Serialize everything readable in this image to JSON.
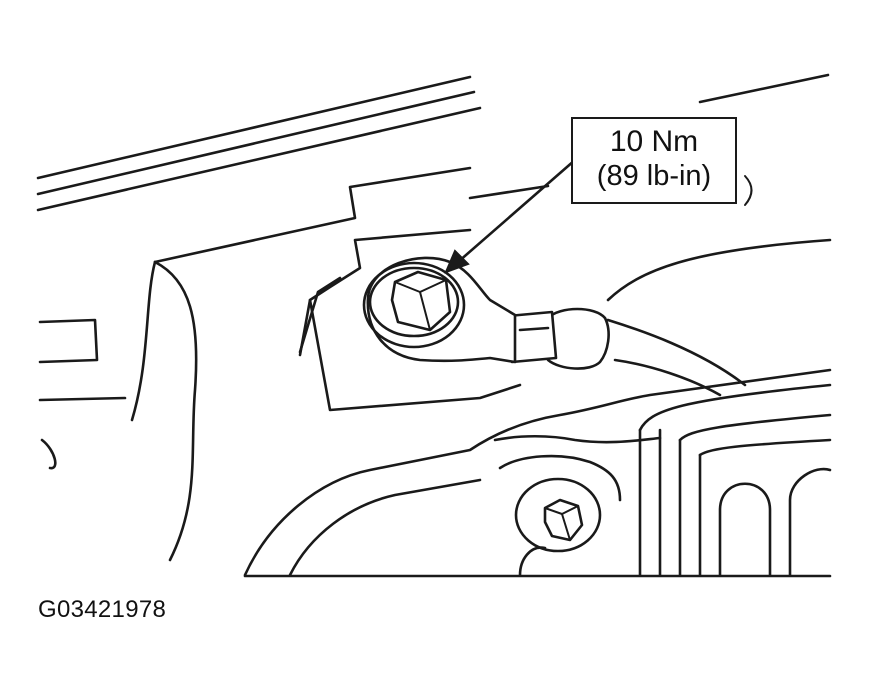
{
  "callout": {
    "torque_metric": "10 Nm",
    "torque_imperial": "(89 lb-in)"
  },
  "figure_id": "G03421978"
}
